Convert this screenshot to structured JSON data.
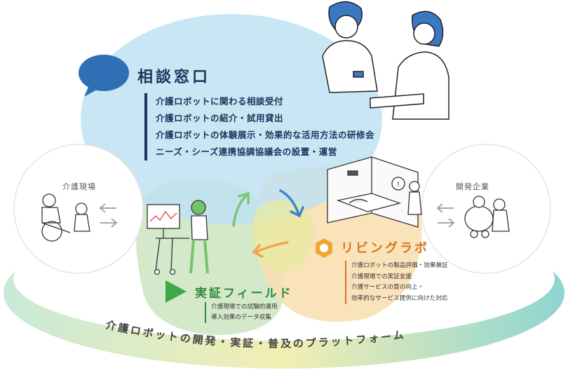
{
  "consultation": {
    "title": "相談窓口",
    "items": [
      "介護ロボットに関わる相談受付",
      "介護ロボットの紹介・試用貸出",
      "介護ロボットの体験展示・効果的な活用方法の研修会",
      "ニーズ・シーズ連携協調協議会の設置・運営"
    ]
  },
  "care_site": {
    "label": "介護現場"
  },
  "developer": {
    "label": "開発企業"
  },
  "living_lab": {
    "title": "リビングラボ",
    "items": [
      "介護ロボットの製品評価・効果検証",
      "介護現場での実証支援",
      "介護サービスの質の向上・",
      "効率的なサービス提供に向けた対応"
    ]
  },
  "field": {
    "title": "実証フィールド",
    "items": [
      "介護現場での試験的運用",
      "導入効果のデータ収集"
    ]
  },
  "platform": {
    "label": "介護ロボットの開発・実証・普及のプラットフォーム"
  },
  "colors": {
    "navy": "#17365c",
    "orange": "#d9751c",
    "green": "#2f8c3f",
    "blue_blob": "#bfe2f2",
    "green_blob": "#cfe6c4",
    "orange_blob": "#f9e0b4",
    "ring_teal": "#8fd4cc",
    "ring_yellow": "#f2eaa6"
  },
  "icons": [
    "speech-bubble-icon",
    "hexagon-icon",
    "play-triangle-icon",
    "arrow-left-icon",
    "arrow-right-icon",
    "cycle-arrow-icon"
  ]
}
